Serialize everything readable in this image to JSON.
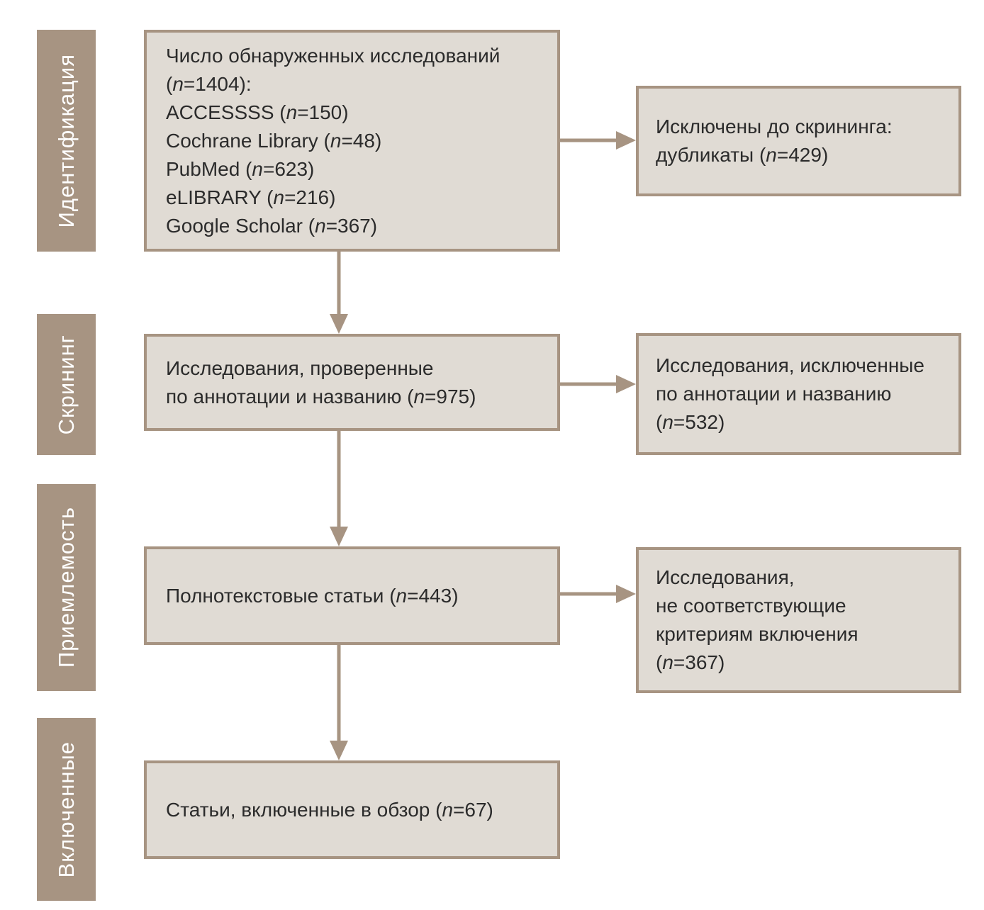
{
  "colors": {
    "accent": "#a79482",
    "box_fill": "#e0dbd4",
    "ink": "#2b2b2b",
    "stage_ink": "#ffffff"
  },
  "stages": [
    {
      "label": "Идентификация"
    },
    {
      "label": "Скрининг"
    },
    {
      "label": "Приемлемость"
    },
    {
      "label": "Включенные"
    }
  ],
  "main_boxes": [
    {
      "lines": [
        {
          "pre": "Число обнаруженных исследований"
        },
        {
          "pre": "(",
          "n": "n",
          "post": "=1404):"
        },
        {
          "pre": "ACCESSSS (",
          "n": "n",
          "post": "=150)"
        },
        {
          "pre": "Cochrane Library (",
          "n": "n",
          "post": "=48)"
        },
        {
          "pre": "PubMed (",
          "n": "n",
          "post": "=623)"
        },
        {
          "pre": "eLIBRARY (",
          "n": "n",
          "post": "=216)"
        },
        {
          "pre": "Google Scholar (",
          "n": "n",
          "post": "=367)"
        }
      ]
    },
    {
      "lines": [
        {
          "pre": "Исследования, проверенные"
        },
        {
          "pre": "по аннотации и названию (",
          "n": "n",
          "post": "=975)"
        }
      ]
    },
    {
      "lines": [
        {
          "pre": "Полнотекстовые статьи (",
          "n": "n",
          "post": "=443)"
        }
      ]
    },
    {
      "lines": [
        {
          "pre": "Статьи, включенные в обзор (",
          "n": "n",
          "post": "=67)"
        }
      ]
    }
  ],
  "side_boxes": [
    {
      "lines": [
        {
          "pre": "Исключены до скрининга:"
        },
        {
          "pre": "дубликаты (",
          "n": "n",
          "post": "=429)"
        }
      ]
    },
    {
      "lines": [
        {
          "pre": "Исследования, исключенные"
        },
        {
          "pre": "по аннотации и названию"
        },
        {
          "pre": "(",
          "n": "n",
          "post": "=532)"
        }
      ]
    },
    {
      "lines": [
        {
          "pre": "Исследования,"
        },
        {
          "pre": "не соответствующие"
        },
        {
          "pre": "критериям включения"
        },
        {
          "pre": "(",
          "n": "n",
          "post": "=367)"
        }
      ]
    }
  ]
}
